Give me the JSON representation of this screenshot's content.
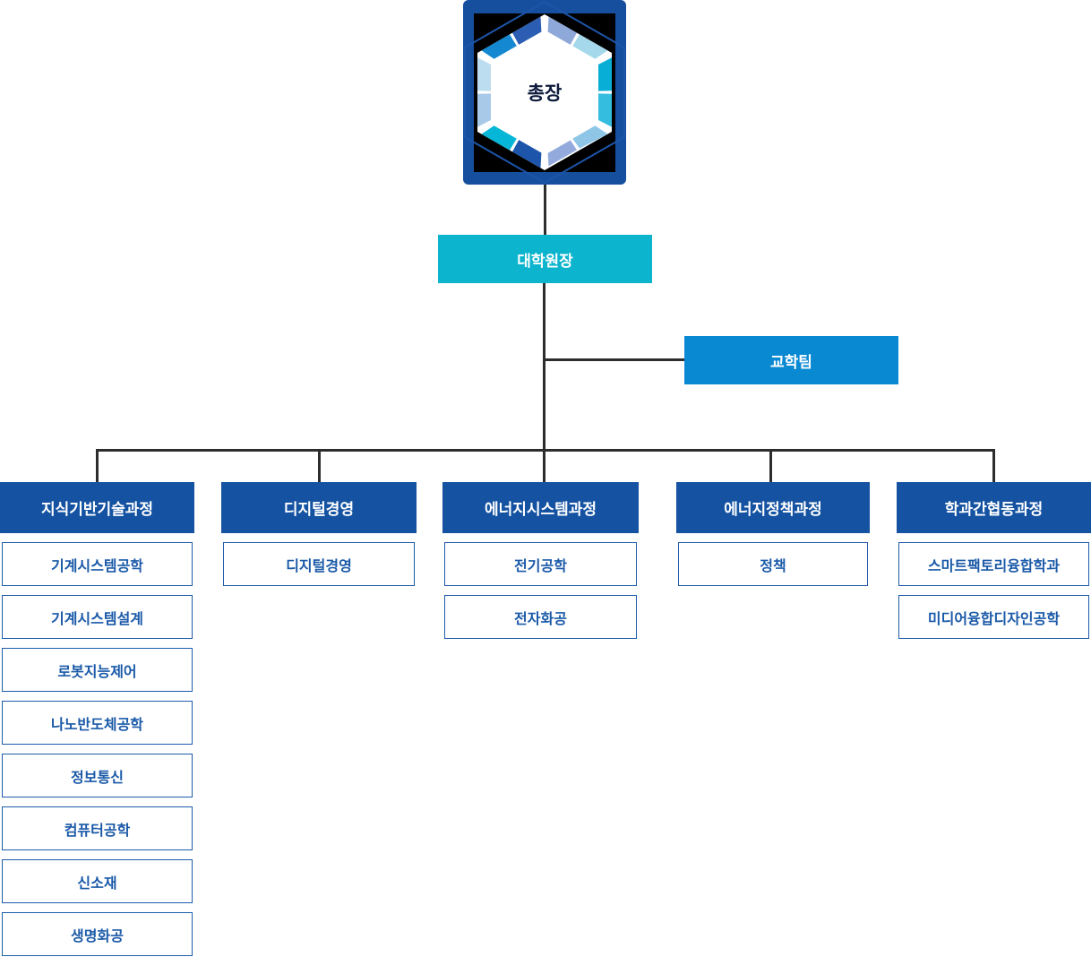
{
  "root": {
    "label": "총장"
  },
  "dean": {
    "label": "대학원장"
  },
  "team": {
    "label": "교학팀"
  },
  "columns": [
    {
      "header": "지식기반기술과정",
      "items": [
        "기계시스템공학",
        "기계시스템설계",
        "로봇지능제어",
        "나노반도체공학",
        "정보통신",
        "컴퓨터공학",
        "신소재",
        "생명화공"
      ]
    },
    {
      "header": "디지털경영",
      "items": [
        "디지털경영"
      ]
    },
    {
      "header": "에너지시스템과정",
      "items": [
        "전기공학",
        "전자화공"
      ]
    },
    {
      "header": "에너지정책과정",
      "items": [
        "정책"
      ]
    },
    {
      "header": "학과간협동과정",
      "items": [
        "스마트팩토리융합학과",
        "미디어융합디자인공학"
      ]
    }
  ],
  "palette": {
    "badge_blue": "#164f9e",
    "header_blue": "#1553a2",
    "dean_cyan": "#0cb4cd",
    "team_blue": "#0a89d3",
    "item_border_blue": "#1d5caa",
    "item_text_blue": "#1b5aa8",
    "connector_dark": "#2d2d2d"
  }
}
